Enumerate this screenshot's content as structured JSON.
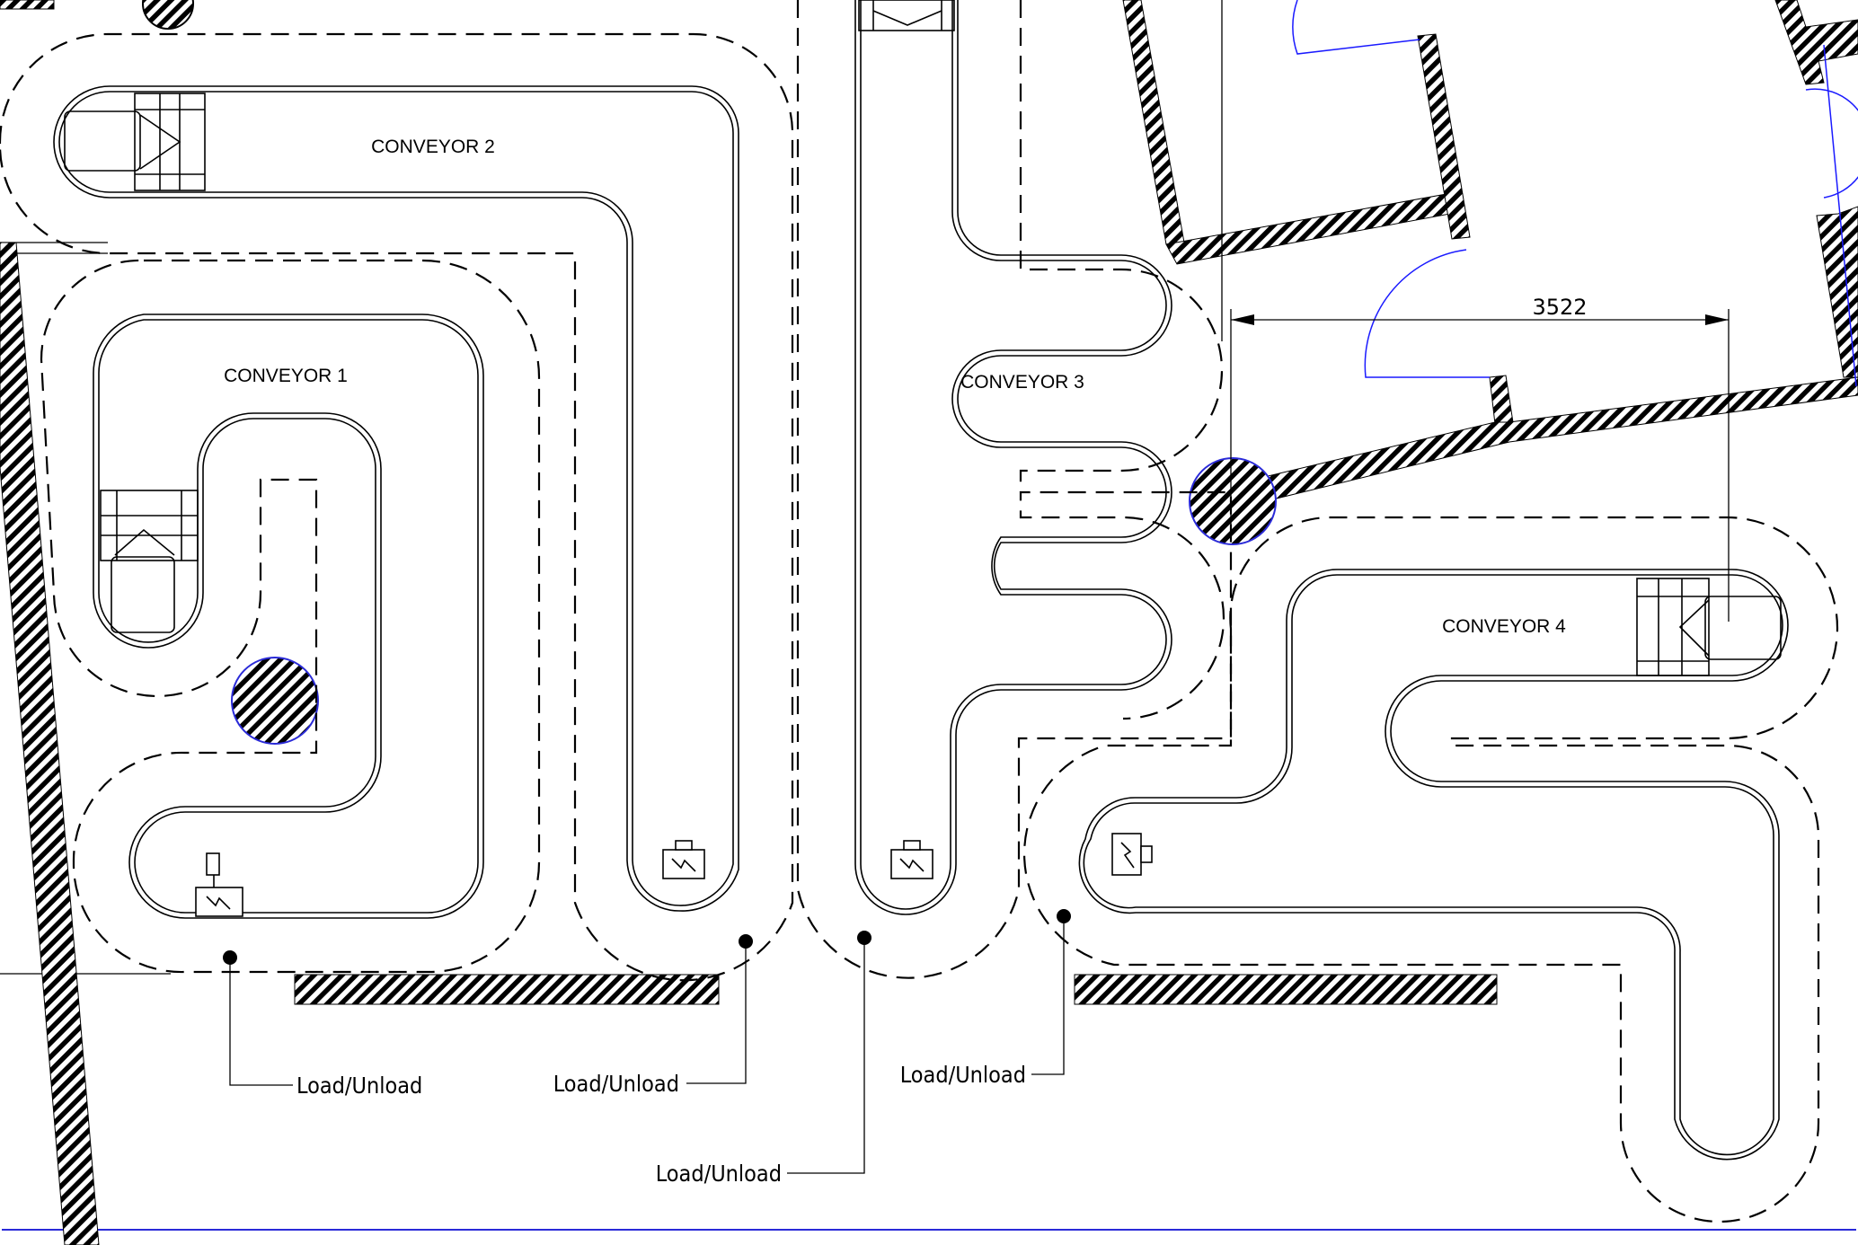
{
  "conveyors": [
    {
      "label": "CONVEYOR 1"
    },
    {
      "label": "CONVEYOR 2"
    },
    {
      "label": "CONVEYOR 3"
    },
    {
      "label": "CONVEYOR 4"
    }
  ],
  "load_unload_points": [
    {
      "label": "Load/Unload"
    },
    {
      "label": "Load/Unload"
    },
    {
      "label": "Load/Unload"
    },
    {
      "label": "Load/Unload"
    }
  ],
  "dimension": {
    "label": "3522"
  },
  "colors": {
    "line": "#000000",
    "wall_hatch": "#000000",
    "door_arc": "#1a1aff",
    "border": "#2a2ad8"
  }
}
